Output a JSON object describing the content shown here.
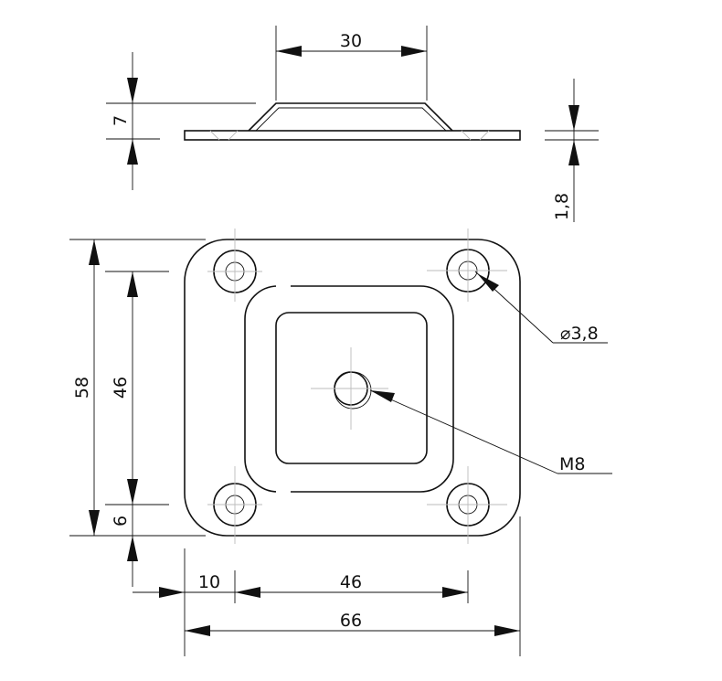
{
  "dimensions": {
    "top_width": "30",
    "height": "7",
    "thickness": "1,8",
    "overall_height": "58",
    "hole_spacing_vertical": "46",
    "bottom_offset": "6",
    "hole_offset_left": "10",
    "hole_spacing_horizontal": "46",
    "overall_width": "66"
  },
  "callouts": {
    "hole_diameter": "⌀3,8",
    "center_thread": "M8"
  }
}
